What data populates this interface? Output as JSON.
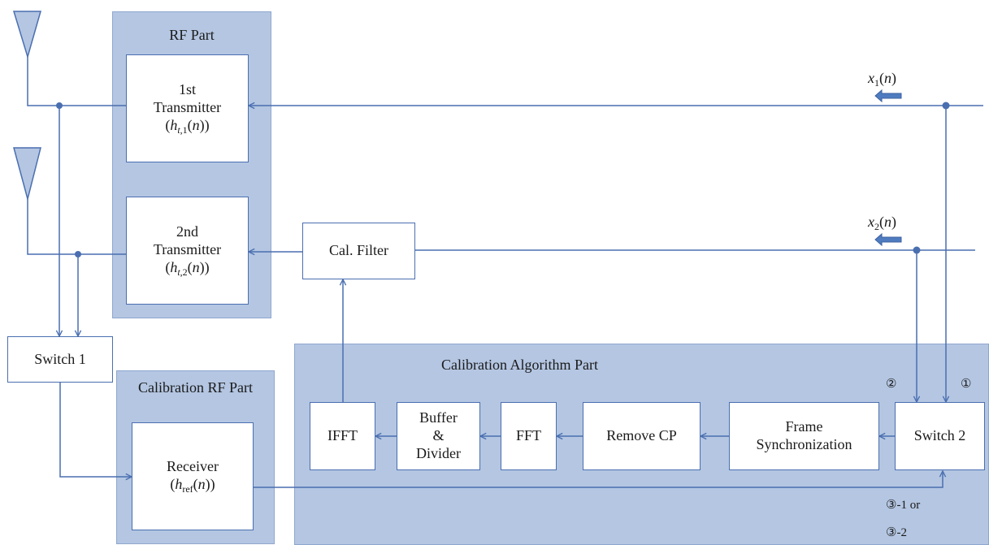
{
  "panels": {
    "rf_part": "RF Part",
    "calibration_rf_part": "Calibration RF Part",
    "calibration_algorithm_part": "Calibration Algorithm Part"
  },
  "blocks": {
    "transmitter1": {
      "line1": "1st",
      "line2": "Transmitter",
      "formula": "(h_{t,1}(n))"
    },
    "transmitter2": {
      "line1": "2nd",
      "line2": "Transmitter",
      "formula": "(h_{t,2}(n))"
    },
    "cal_filter": "Cal. Filter",
    "switch1": "Switch 1",
    "receiver": {
      "line1": "Receiver",
      "formula": "(h_ref(n))"
    },
    "ifft": "IFFT",
    "buffer_divider": {
      "line1": "Buffer",
      "line2": "&",
      "line3": "Divider"
    },
    "fft": "FFT",
    "remove_cp": "Remove CP",
    "frame_sync": {
      "line1": "Frame",
      "line2": "Synchronization"
    },
    "switch2": "Switch 2"
  },
  "signals": {
    "x1": "x1(n)",
    "x2": "x2(n)"
  },
  "markers": {
    "m1": "①",
    "m2": "②",
    "m3a": "③-1 or",
    "m3b": "③-2"
  },
  "colors": {
    "panel_fill": "#b4c6e2",
    "line": "#4a6fb0",
    "arrow_fill": "#4f7cc0"
  }
}
